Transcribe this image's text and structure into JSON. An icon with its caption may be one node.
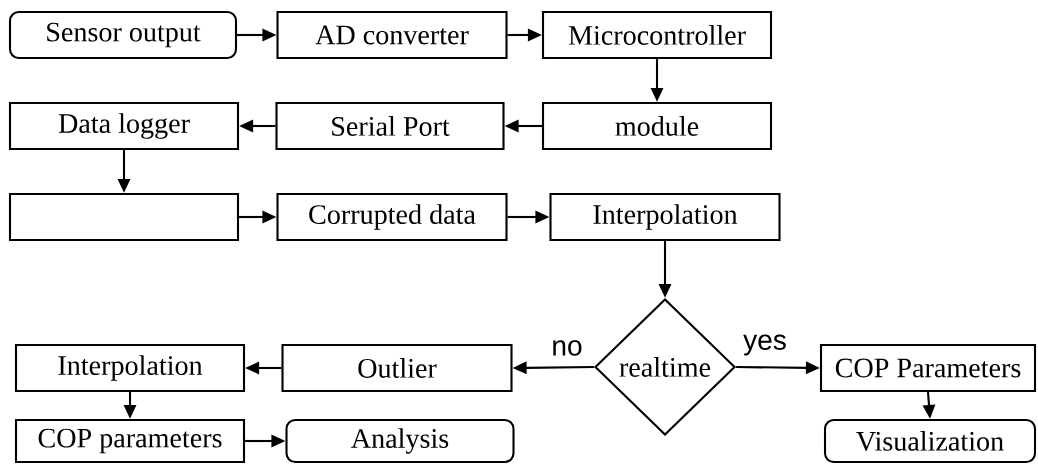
{
  "diagram": {
    "nodes": [
      {
        "text": [
          "Sensor output"
        ]
      },
      {
        "text": [
          "AD converter"
        ]
      },
      {
        "text": [
          "Microcontroller"
        ]
      },
      {
        "text": [
          "module"
        ]
      },
      {
        "text": [
          "Serial Port"
        ]
      },
      {
        "text": [
          "Data logger"
        ]
      },
      {
        "text": [],
        "shape": "box"
      },
      {
        "text": [
          "Corrupted data"
        ]
      },
      {
        "text": [
          "Interpolation"
        ]
      },
      {
        "text": [
          "realtime"
        ]
      },
      {
        "text": [
          "Outlier"
        ]
      },
      {
        "text": [
          "Interpolation"
        ]
      },
      {
        "text": [
          "COP Parameters"
        ]
      },
      {
        "text": [
          "COP parameters"
        ]
      },
      {
        "text": [
          "Analysis"
        ]
      },
      {
        "text": [
          "Visualization"
        ]
      }
    ],
    "edges": [
      {
        "from": 0,
        "to": 1,
        "arrow": "to"
      },
      {
        "from": 1,
        "to": 2,
        "arrow": "to"
      },
      {
        "from": 2,
        "to": 3,
        "arrow": "to"
      },
      {
        "from": 3,
        "to": 4,
        "arrow": "to"
      },
      {
        "from": 4,
        "to": 5,
        "arrow": "to"
      },
      {
        "from": 5,
        "to": 6,
        "arrow": "to"
      },
      {
        "from": 6,
        "to": 7,
        "arrow": "to"
      },
      {
        "from": 7,
        "to": 8,
        "arrow": "to"
      },
      {
        "from": 8,
        "to": 9,
        "arrow": "to"
      },
      {
        "from": 9,
        "to": 10,
        "arrow": "to",
        "label": "no"
      },
      {
        "from": 10,
        "to": 11,
        "arrow": "to"
      },
      {
        "from": 9,
        "to": 12,
        "arrow": "to",
        "label": "yes"
      },
      {
        "from": 11,
        "to": 13,
        "arrow": "to"
      },
      {
        "from": 13,
        "to": 14,
        "arrow": "to"
      },
      {
        "from": 12,
        "to": 15,
        "arrow": "to"
      }
    ]
  }
}
